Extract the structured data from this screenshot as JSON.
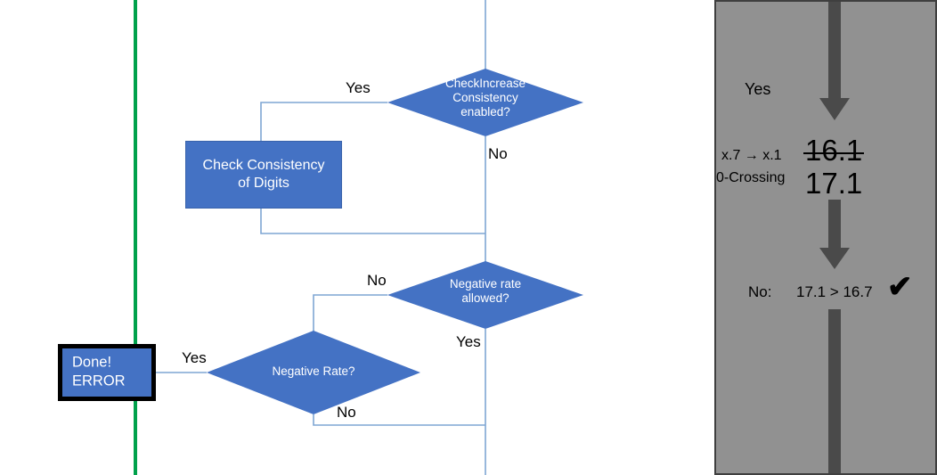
{
  "flowchart": {
    "nodes": [
      {
        "id": "check-increase-consistency",
        "type": "decision",
        "label": "CheckIncrease\nConsistency\nenabled?"
      },
      {
        "id": "check-consistency-of-digits",
        "type": "process",
        "label": "Check Consistency\nof Digits"
      },
      {
        "id": "negative-rate-allowed",
        "type": "decision",
        "label": "Negative rate\nallowed?"
      },
      {
        "id": "negative-rate",
        "type": "decision",
        "label": "Negative Rate?"
      },
      {
        "id": "done-error",
        "type": "terminal",
        "label": "Done!\nERROR"
      }
    ],
    "edge_labels": {
      "check_increase_yes": "Yes",
      "check_increase_no": "No",
      "negative_allowed_no": "No",
      "negative_allowed_yes": "Yes",
      "negative_rate_yes": "Yes",
      "negative_rate_no": "No"
    },
    "colors": {
      "node_fill": "#4472C4",
      "node_text": "#FFFFFF",
      "connector": "#7FA6D4",
      "terminal_border": "#000000",
      "green_rule": "#00A14B"
    }
  },
  "panel": {
    "background": "#919191",
    "arrow_color": "#4A4A4A",
    "yes_label": "Yes",
    "row1_caption": "x.7 → x.1",
    "row2_caption": "0-Crossing",
    "row1_value": "16.1",
    "row1_struck": true,
    "row2_value": "17.1",
    "result_label": "No:",
    "result_comparison": "17.1 > 16.7",
    "result_mark": "✔"
  }
}
